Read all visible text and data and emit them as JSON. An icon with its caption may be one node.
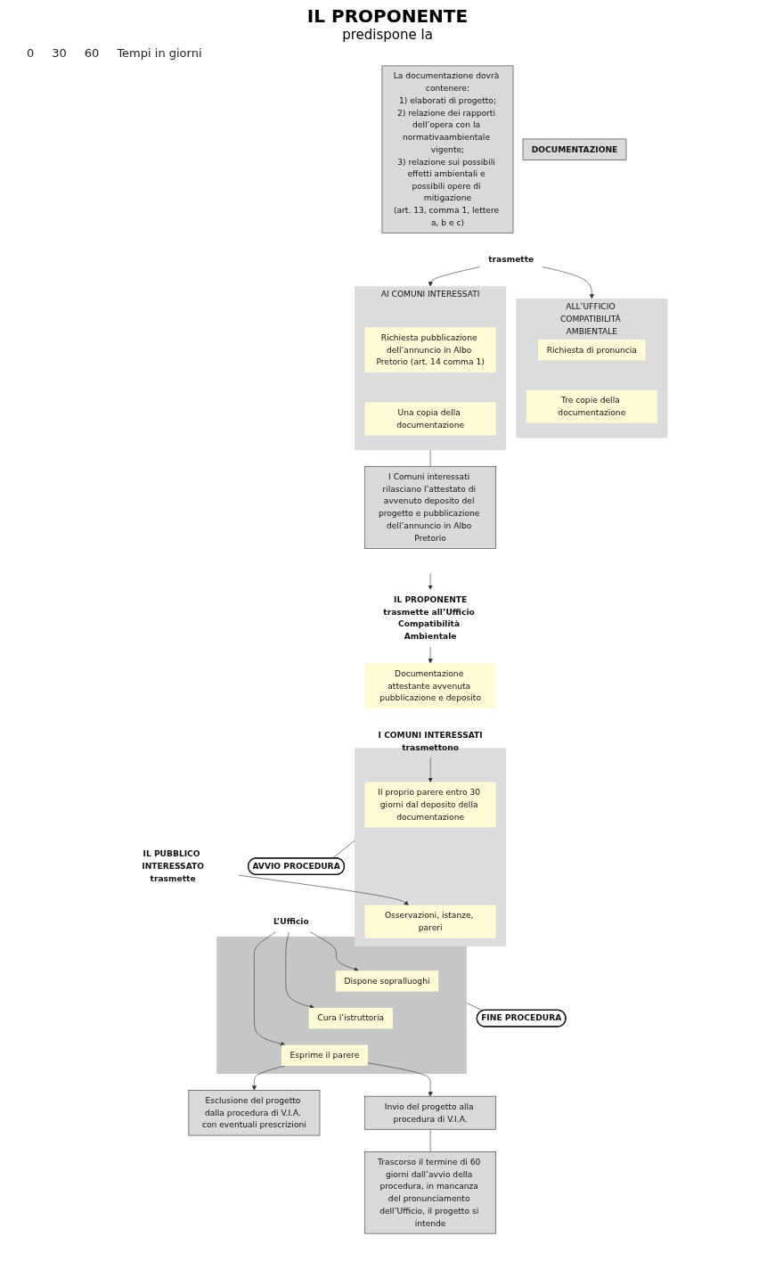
{
  "diagram": {
    "nodes": [
      {
        "text": [
          "La documentazione dovrà contenere:",
          "1) elaborati di progetto;",
          "2) relazione dei rapporti dell’opera con la normativaambientale vigente;",
          "3) relazione sui possibili effetti ambientali e possibili opere di mitigazione",
          "(art. 13, comma 1, lettere a, b e c)"
        ]
      },
      {
        "text": [
          "DOCUMENTAZIONE"
        ]
      },
      {
        "text": [
          "trasmette"
        ]
      },
      {
        "text": [
          "ALL’UFFICIO COMPATIBILITÀ AMBIENTALE"
        ]
      },
      {
        "text": [
          "Richiesta di pronuncia"
        ],
        "in": 3
      },
      {
        "text": [
          "Tre copie della documentazione"
        ],
        "in": 3
      },
      {
        "text": [
          "AI COMUNI INTERESSATI"
        ]
      },
      {
        "text": [
          "Richiesta pubblicazione dell’annuncio in Albo Pretorio (art. 14 comma 1)"
        ],
        "in": 6
      },
      {
        "text": [
          "Una copia della documentazione"
        ],
        "in": 6
      },
      {
        "text": [
          "I Comuni interessati rilasciano l’attestato di avvenuto deposito del progetto e pubblicazione dell’annuncio in Albo Pretorio"
        ]
      },
      {
        "text": [
          "IL PROPONENTE",
          "trasmette all’Ufficio Compatibilità Ambientale"
        ]
      },
      {
        "text": [
          "Documentazione attestante avvenuta pubblicazione e deposito"
        ]
      },
      {
        "text": [
          "AVVIO PROCEDURA"
        ]
      },
      {
        "text": [],
        "shape": "box"
      },
      {
        "text": [
          "Il proprio parere entro 30 giorni dal deposito della documentazione"
        ],
        "in": 13
      },
      {
        "text": [
          "I COMUNI INTERESSATI",
          "trasmettono"
        ]
      },
      {
        "text": [
          "Osservazioni, istanze, pareri"
        ],
        "in": 13
      },
      {
        "text": [
          "IL PUBBLICO INTERESSATO",
          "trasmette"
        ]
      },
      {
        "text": [],
        "shape": "box"
      },
      {
        "text": [
          "Dispone sopralluoghi"
        ],
        "in": 18
      },
      {
        "text": [
          "L’Ufficio"
        ]
      },
      {
        "text": [
          "Cura l’istruttoria"
        ],
        "in": 18
      },
      {
        "text": [
          "Esprime il parere"
        ],
        "in": 18
      },
      {
        "text": [
          "FINE PROCEDURA"
        ]
      },
      {
        "text": [
          "Esclusione del progetto dalla procedura di V.I.A. con eventuali prescrizioni"
        ]
      },
      {
        "text": [
          "Invio del progetto alla procedura di V.I.A."
        ]
      },
      {
        "text": [
          "Trascorso il termine di 60 giorni dall’avvio della procedura, in mancanza del pronunciamento dell’Ufficio, il progetto si intende"
        ]
      }
    ],
    "edges": [
      {
        "from": 2,
        "to": 3,
        "arrow": "to"
      },
      {
        "from": 2,
        "to": 6,
        "arrow": "to"
      },
      {
        "from": 6,
        "to": 9,
        "arrow": "none"
      },
      {
        "from": null,
        "to": 10,
        "arrow": "to"
      },
      {
        "from": 10,
        "to": 11,
        "arrow": "to"
      },
      {
        "from": 13,
        "to": 12,
        "arrow": "none"
      },
      {
        "from": 15,
        "to": 14,
        "arrow": "to"
      },
      {
        "from": 17,
        "to": 16,
        "arrow": "to"
      },
      {
        "from": 18,
        "to": 23,
        "arrow": "none"
      },
      {
        "from": 20,
        "to": 19,
        "arrow": "to"
      },
      {
        "from": 20,
        "to": 21,
        "arrow": "to"
      },
      {
        "from": 20,
        "to": 22,
        "arrow": "to"
      },
      {
        "from": 22,
        "to": 24,
        "arrow": "to"
      },
      {
        "from": 22,
        "to": 25,
        "arrow": "to"
      },
      {
        "from": 25,
        "to": 26,
        "arrow": "none"
      }
    ],
    "labels": [
      "IL PROPONENTE",
      "predispone la",
      "0",
      "30",
      "60",
      "Tempi in giorni"
    ]
  }
}
